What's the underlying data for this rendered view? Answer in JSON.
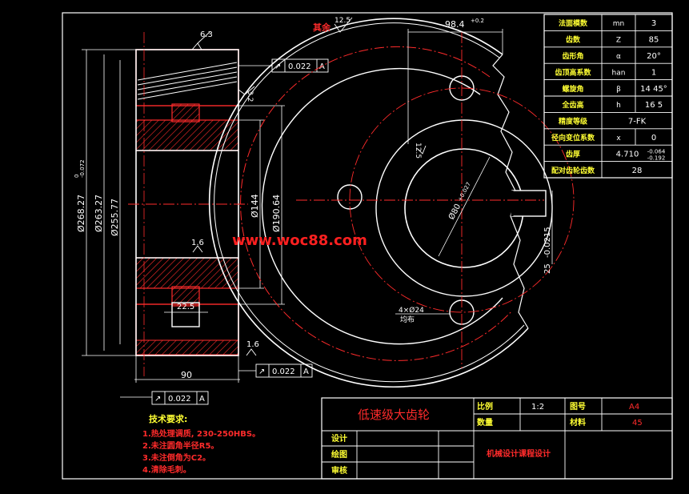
{
  "colors": {
    "background": "#000000",
    "outline": "#ff2b2b",
    "white": "#ffffff",
    "dim": "#ffff33",
    "hatch": "#ff2b2b"
  },
  "watermark": "www.woc88.com",
  "side_view": {
    "dims": {
      "d_tip": "Ø268.27",
      "d_tip_tol_top": "0",
      "d_tip_tol_bot": "-0.072",
      "d_pitch": "Ø263.27",
      "d_root": "Ø255.77",
      "d_hub": "Ø144",
      "d_web": "Ø190.64",
      "width": "90",
      "keyway_width": "22.5"
    },
    "roughness": {
      "top": "6.3",
      "right": "3.2",
      "web": "1.6",
      "bottom": "1.6"
    },
    "tolerance_frames": [
      {
        "symbol": "↗",
        "value": "0.022",
        "datum": "A"
      },
      {
        "symbol": "↗",
        "value": "0.022",
        "datum": "A"
      },
      {
        "symbol": "↗",
        "value": "0.022",
        "datum": "A"
      }
    ]
  },
  "front_view": {
    "remainder_label": "其余",
    "remainder_roughness": "12.5",
    "bore_roughness": "12.5",
    "width_dim": "98.4",
    "width_tol": "+0.2",
    "bore_dim": "Ø80",
    "bore_tol": "+0.027",
    "key_dim": "25",
    "key_tol": "-0.0215",
    "holes_dim": "4×Ø24",
    "holes_note": "均布"
  },
  "param_table": {
    "rows": [
      {
        "name": "法面模数",
        "symbol": "mn",
        "value": "3"
      },
      {
        "name": "齿数",
        "symbol": "Z",
        "value": "85"
      },
      {
        "name": "齿形角",
        "symbol": "α",
        "value": "20°"
      },
      {
        "name": "齿顶高系数",
        "symbol": "han",
        "value": "1"
      },
      {
        "name": "螺旋角",
        "symbol": "β",
        "value": "14 45°"
      },
      {
        "name": "全齿高",
        "symbol": "h",
        "value": "16 5"
      },
      {
        "name": "精度等级",
        "symbol": "",
        "value": "7-FK"
      },
      {
        "name": "径向变位系数",
        "symbol": "x",
        "value": "0"
      },
      {
        "name": "齿厚",
        "symbol": "",
        "value": "4.710",
        "tol_top": "-0.064",
        "tol_bot": "-0.192"
      },
      {
        "name": "配对齿轮齿数",
        "symbol": "",
        "value": "28"
      }
    ]
  },
  "tech_req": {
    "title": "技术要求:",
    "items": [
      "1.热处理调质, 230-250HBS。",
      "2.未注圆角半径R5。",
      "3.未注倒角为C2。",
      "4.清除毛刺。"
    ]
  },
  "title_block": {
    "part_name": "低速级大齿轮",
    "scale_label": "比例",
    "scale_value": "1:2",
    "drawing_no_label": "图号",
    "drawing_no_value": "A4",
    "quantity_label": "数量",
    "material_label": "材料",
    "material_value": "45",
    "design_label": "设计",
    "draw_label": "绘图",
    "review_label": "审核",
    "project": "机械设计课程设计"
  }
}
